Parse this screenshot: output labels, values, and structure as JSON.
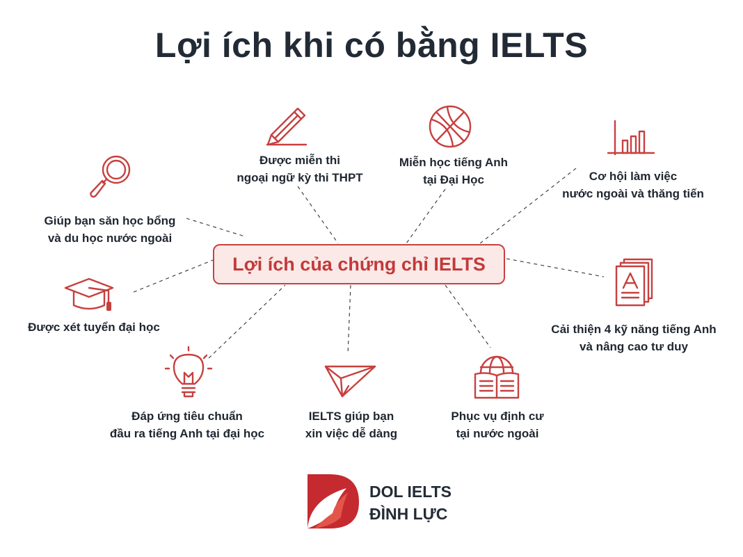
{
  "title": "Lợi ích khi có bằng IELTS",
  "center": "Lợi ích của chứng chỉ IELTS",
  "benefits": [
    {
      "line1": "Giúp bạn săn học bổng",
      "line2": "và du học nước ngoài",
      "icon": "magnifier-icon"
    },
    {
      "line1": "Được miễn thi",
      "line2": "ngoại ngữ kỳ thi THPT",
      "icon": "pencil-icon"
    },
    {
      "line1": "Miễn học tiếng Anh",
      "line2": "tại Đại Học",
      "icon": "basketball-icon"
    },
    {
      "line1": "Cơ hội làm việc",
      "line2": "nước ngoài và thăng tiến",
      "icon": "bar-chart-icon"
    },
    {
      "line1": "Được xét tuyển đại học",
      "line2": "",
      "icon": "graduation-cap-icon"
    },
    {
      "line1": "Cải thiện 4 kỹ năng tiếng Anh",
      "line2": "và nâng cao tư duy",
      "icon": "documents-icon"
    },
    {
      "line1": "Đáp ứng tiêu chuẩn",
      "line2": "đầu ra tiếng Anh tại đại học",
      "icon": "lightbulb-icon"
    },
    {
      "line1": "IELTS giúp bạn",
      "line2": "xin việc dễ dàng",
      "icon": "paper-plane-icon"
    },
    {
      "line1": "Phục vụ định cư",
      "line2": "tại nước ngoài",
      "icon": "globe-book-icon"
    }
  ],
  "brand": {
    "line1": "DOL IELTS",
    "line2": "ĐÌNH LỰC"
  },
  "colors": {
    "accent": "#c6403f",
    "center_fill": "#fbe9e7",
    "text": "#1f2630"
  }
}
